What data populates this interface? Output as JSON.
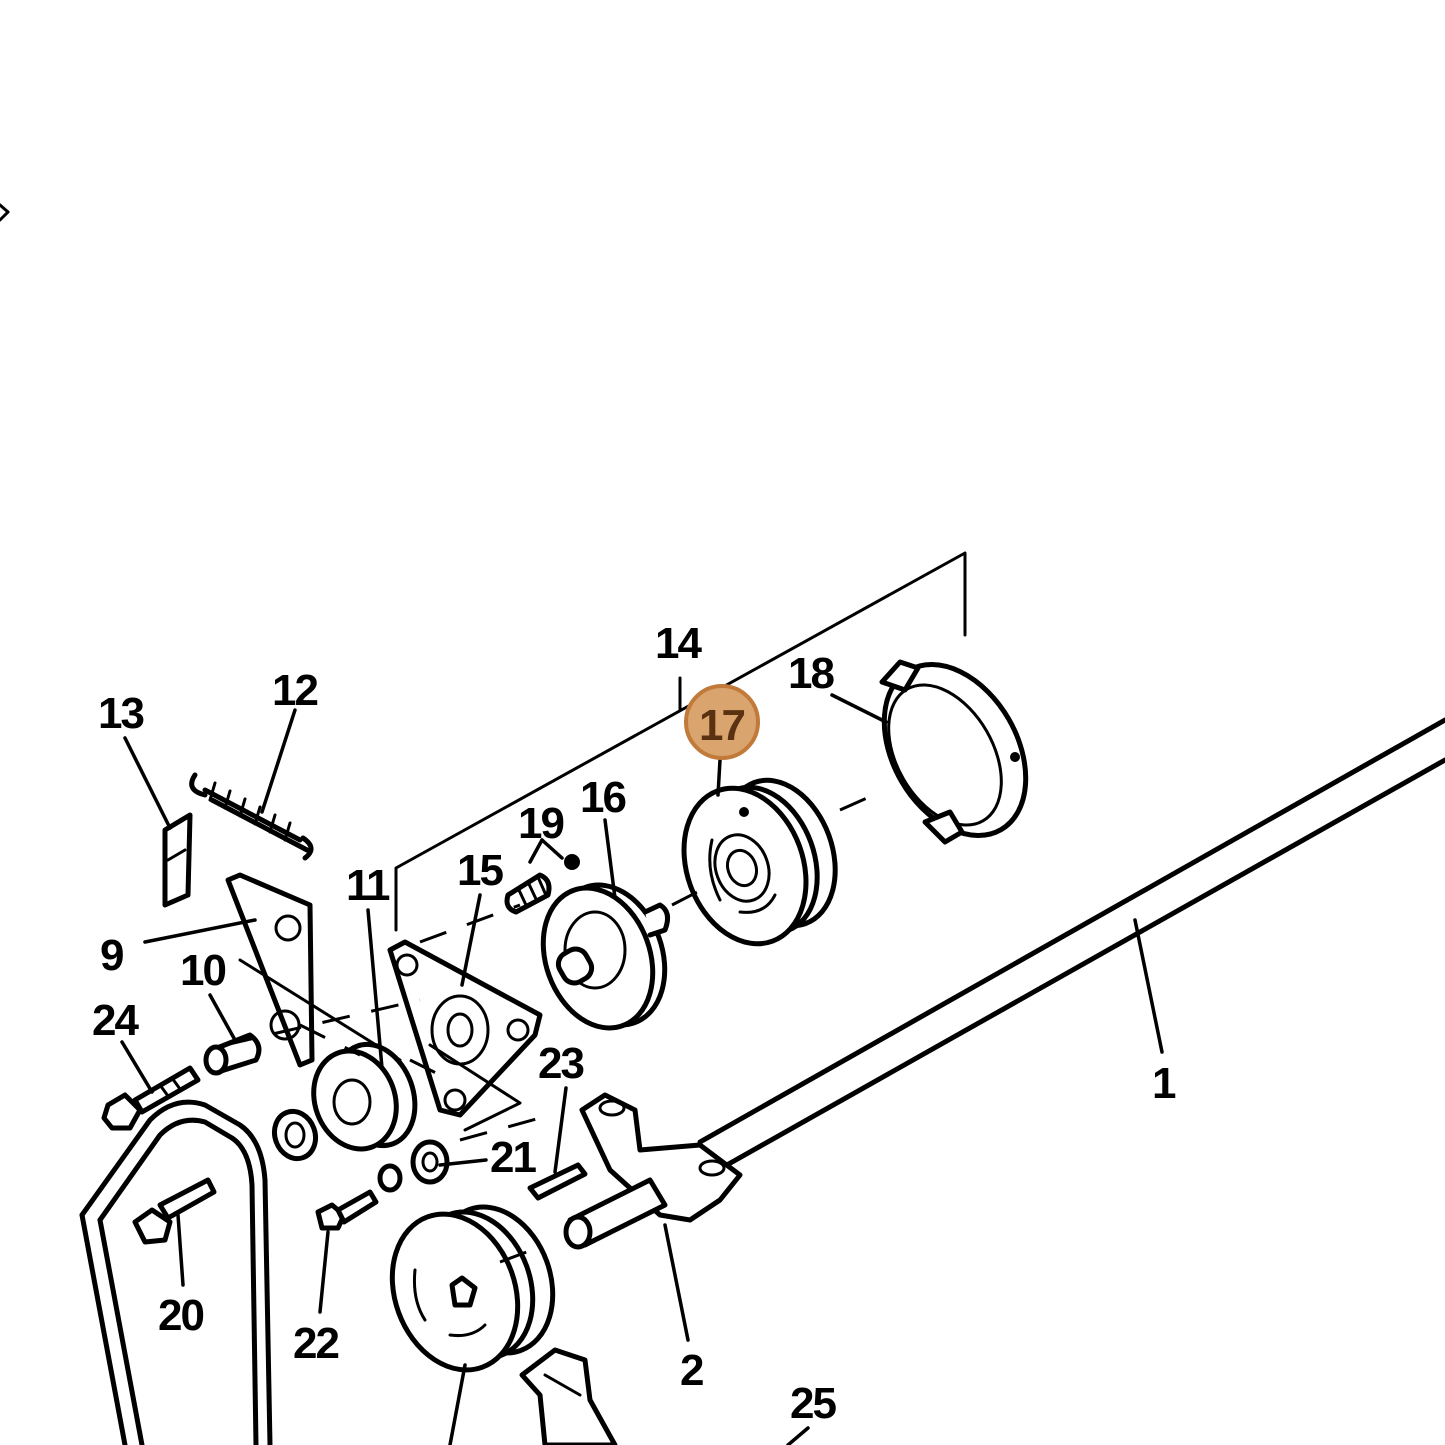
{
  "callouts": {
    "c1": "1",
    "c2": "2",
    "c9": "9",
    "c10": "10",
    "c11": "11",
    "c12": "12",
    "c13": "13",
    "c14": "14",
    "c15": "15",
    "c16": "16",
    "c17": "17",
    "c18": "18",
    "c19": "19",
    "c20": "20",
    "c21": "21",
    "c22": "22",
    "c23": "23",
    "c24": "24",
    "c25": "25"
  },
  "highlight": {
    "callout": "17",
    "fill_color": "#d9a46e",
    "border_color": "#c27a3a",
    "text_color": "#5a3212"
  },
  "colors": {
    "line": "#000000",
    "background": "#ffffff"
  }
}
